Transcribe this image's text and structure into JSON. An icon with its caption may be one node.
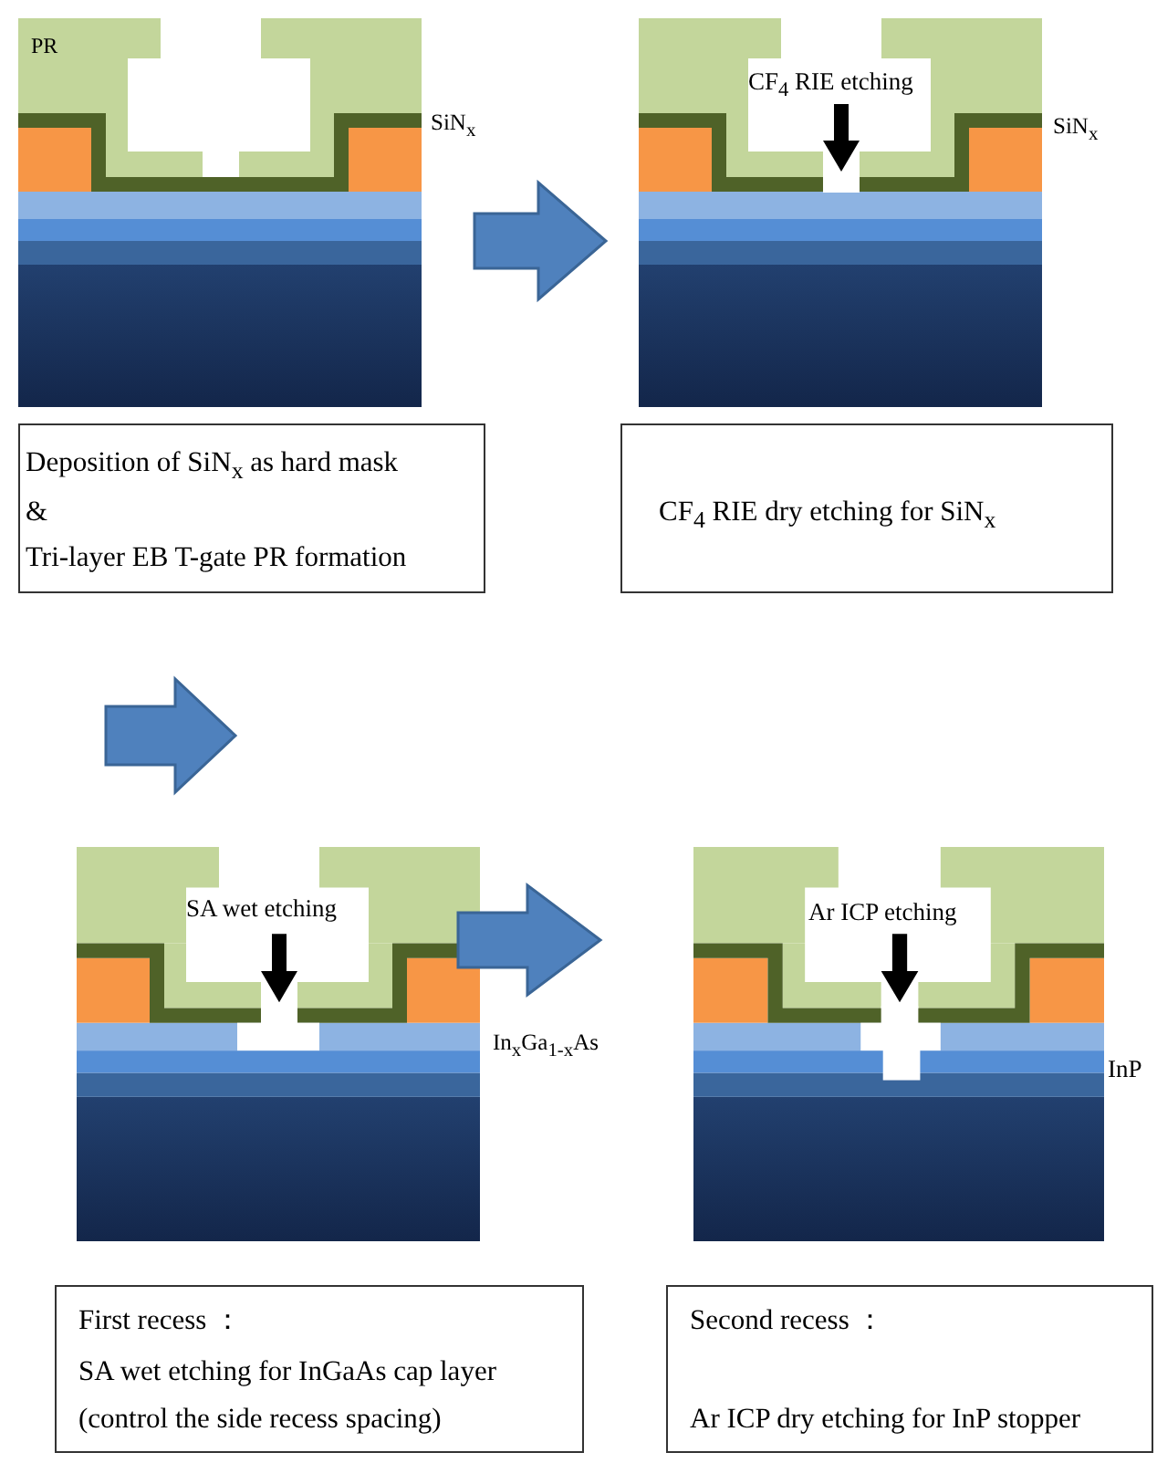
{
  "diagram": {
    "nodes": [
      {
        "text": [],
        "shape": "picture",
        "beside": [
          "SiN$_{x}$"
        ]
      },
      {
        "text": [],
        "shape": "picture",
        "beside": [
          "SiN$_{x}$"
        ]
      },
      {
        "text": [
          "Deposition of SiN$_{x}$ as hard mask",
          "&",
          "Tri-layer EB T-gate PR formation"
        ]
      },
      {
        "text": [
          "CF$_{4}$ RIE dry etching for SiN$_{x}$"
        ]
      },
      {
        "text": [],
        "shape": "picture",
        "beside": [
          "In$_{x}$Ga$_{1-x}$As"
        ]
      },
      {
        "text": [],
        "shape": "picture",
        "beside": [
          "InP"
        ]
      },
      {
        "text": [
          "First recess ：",
          "SA wet etching for InGaAs cap layer",
          "(control the side recess spacing)"
        ]
      },
      {
        "text": [
          "Second recess ：",
          "Ar ICP dry etching for InP stopper"
        ]
      }
    ],
    "edges": [
      {
        "from": 0,
        "to": 1,
        "arrow": "to"
      },
      {
        "from": 4,
        "to": 5,
        "arrow": "to"
      }
    ],
    "labels": [
      "PR",
      "CF$_{4}$ RIE etching",
      "SA wet etching",
      "Ar ICP etching"
    ]
  }
}
